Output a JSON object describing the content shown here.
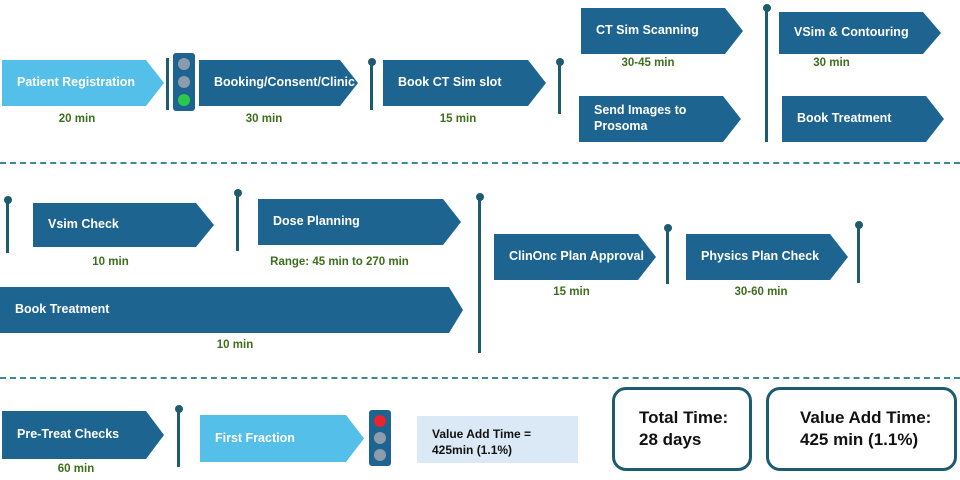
{
  "row1": {
    "patient_registration": {
      "label": "Patient Registration",
      "duration": "20 min"
    },
    "booking": {
      "label": "Booking/Consent/Clinic",
      "duration": "30 min"
    },
    "book_ct": {
      "label": "Book CT Sim slot",
      "duration": "15 min"
    },
    "ct_scan": {
      "label": "CT Sim Scanning",
      "duration": "30-45 min"
    },
    "send_images": {
      "label_line1": "Send Images to",
      "label_line2": "Prosoma"
    },
    "vsim_contouring": {
      "label": "VSim & Contouring",
      "duration": "30 min"
    },
    "book_treatment": {
      "label": "Book Treatment"
    }
  },
  "row2": {
    "vsim_check": {
      "label": "Vsim Check",
      "duration": "10 min"
    },
    "dose_planning": {
      "label": "Dose Planning",
      "duration": "Range: 45 min to 270 min"
    },
    "book_treatment": {
      "label": "Book Treatment",
      "duration": "10 min"
    },
    "clinonc": {
      "label": "ClinOnc Plan Approval",
      "duration": "15 min"
    },
    "physics": {
      "label": "Physics Plan Check",
      "duration": "30-60 min"
    }
  },
  "row3": {
    "pretreat": {
      "label": "Pre-Treat Checks",
      "duration": "60 min"
    },
    "first_fraction": {
      "label": "First Fraction"
    },
    "value_add_small": {
      "line1": "Value Add Time =",
      "line2": "425min (1.1%)"
    },
    "total_time": {
      "line1": "Total Time:",
      "line2": "28 days"
    },
    "value_add_time": {
      "line1": "Value Add Time:",
      "line2": "425 min (1.1%)"
    }
  },
  "colors": {
    "arrow_dark": "#1d6590",
    "arrow_light": "#54bfe8",
    "duration_text": "#3e6f1c",
    "pin": "#1d5b6e",
    "lamp_green": "#2cc84a",
    "lamp_red": "#e8242f",
    "lamp_off": "#8c9cad"
  }
}
